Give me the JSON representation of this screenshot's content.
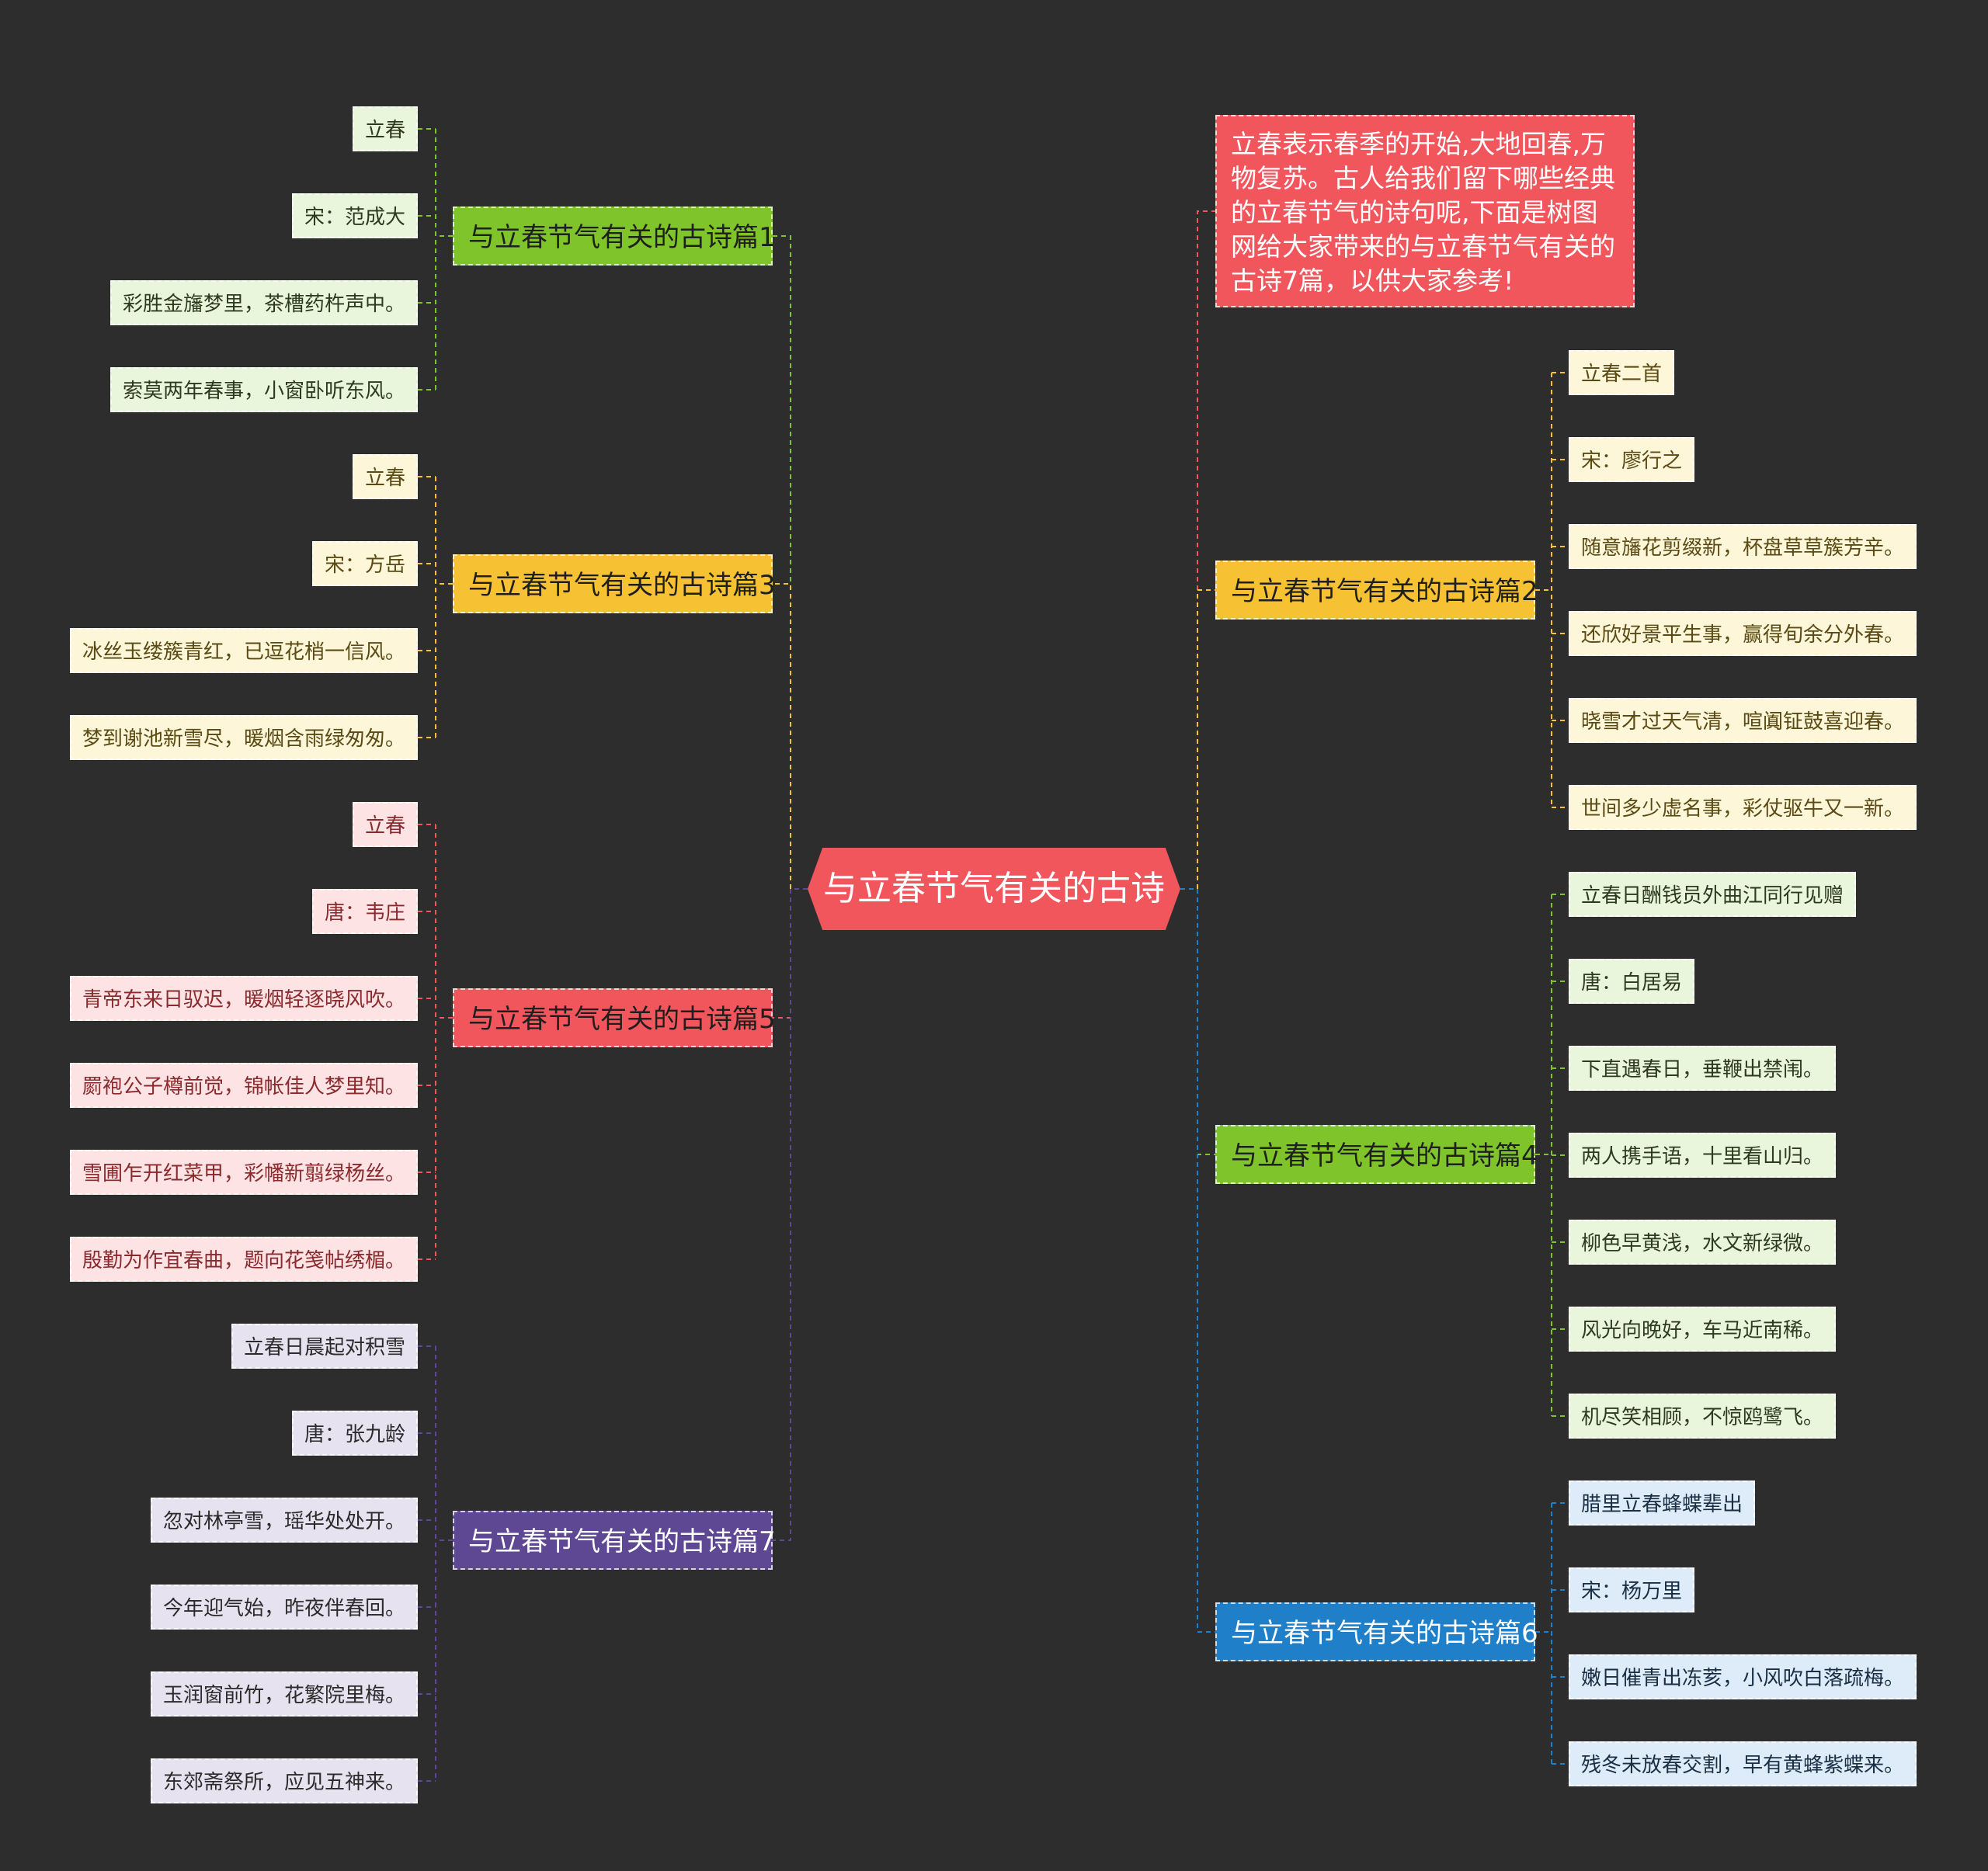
{
  "root": "与立春节气有关的古诗",
  "intro": "立春表示春季的开始,大地回春,万物复苏。古人给我们留下哪些经典的立春节气的诗句呢,下面是树图网给大家带来的与立春节气有关的古诗7篇，以供大家参考!",
  "colors": {
    "background": "#2d2d2d",
    "intro": "#f2565d"
  },
  "branches": [
    {
      "id": "p1",
      "side": "left",
      "title": "与立春节气有关的古诗篇1",
      "color": "#7ec42a",
      "text_color": "#1f1f1f",
      "leaf_bg": "#eaf6dc",
      "leaf_text": "#2d3a1c",
      "leaves": [
        "立春",
        "宋：范成大",
        "彩胜金旛梦里，茶槽药杵声中。",
        "索莫两年春事，小窗卧听东风。"
      ]
    },
    {
      "id": "p3",
      "side": "left",
      "title": "与立春节气有关的古诗篇3",
      "color": "#f6c132",
      "text_color": "#1f1f1f",
      "leaf_bg": "#fdf6d8",
      "leaf_text": "#5a4a14",
      "leaves": [
        "立春",
        "宋：方岳",
        "冰丝玉缕簇青红，已逗花梢一信风。",
        "梦到谢池新雪尽，暖烟含雨绿匆匆。"
      ]
    },
    {
      "id": "p5",
      "side": "left",
      "title": "与立春节气有关的古诗篇5",
      "color": "#f2565d",
      "text_color": "#1f1f1f",
      "leaf_bg": "#fde3e3",
      "leaf_text": "#8a2a2e",
      "leaves": [
        "立春",
        "唐：韦庄",
        "青帝东来日驭迟，暖烟轻逐晓风吹。",
        "罽袍公子樽前觉，锦帐佳人梦里知。",
        "雪圃乍开红菜甲，彩幡新翦绿杨丝。",
        "殷勤为作宜春曲，题向花笺帖绣楣。"
      ]
    },
    {
      "id": "p7",
      "side": "left",
      "title": "与立春节气有关的古诗篇7",
      "color": "#5e4893",
      "text_color": "#ffffff",
      "leaf_bg": "#e6e2ef",
      "leaf_text": "#2b2b2b",
      "leaves": [
        "立春日晨起对积雪",
        "唐：张九龄",
        "忽对林亭雪，瑶华处处开。",
        "今年迎气始，昨夜伴春回。",
        "玉润窗前竹，花繁院里梅。",
        "东郊斋祭所，应见五神来。"
      ]
    },
    {
      "id": "p2",
      "side": "right",
      "title": "与立春节气有关的古诗篇2",
      "color": "#f6c132",
      "text_color": "#1f1f1f",
      "leaf_bg": "#fdf6d8",
      "leaf_text": "#5a4a14",
      "leaves": [
        "立春二首",
        "宋：廖行之",
        "随意旛花剪缀新，杯盘草草簇芳辛。",
        "还欣好景平生事，赢得旬余分外春。",
        "晓雪才过天气清，喧阗钲鼓喜迎春。",
        "世间多少虚名事，彩仗驱牛又一新。"
      ]
    },
    {
      "id": "p4",
      "side": "right",
      "title": "与立春节气有关的古诗篇4",
      "color": "#7ec42a",
      "text_color": "#1f1f1f",
      "leaf_bg": "#eaf6dc",
      "leaf_text": "#2d3a1c",
      "leaves": [
        "立春日酬钱员外曲江同行见赠",
        "唐：白居易",
        "下直遇春日，垂鞭出禁闱。",
        "两人携手语，十里看山归。",
        "柳色早黄浅，水文新绿微。",
        "风光向晚好，车马近南稀。",
        "机尽笑相顾，不惊鸥鹭飞。"
      ]
    },
    {
      "id": "p6",
      "side": "right",
      "title": "与立春节气有关的古诗篇6",
      "color": "#1f7fc8",
      "text_color": "#ffffff",
      "leaf_bg": "#ddecf8",
      "leaf_text": "#1a2f44",
      "leaves": [
        "腊里立春蜂蝶辈出",
        "宋：杨万里",
        "嫩日催青出冻荄，小风吹白落疏梅。",
        "残冬未放春交割，早有黄蜂紫蝶来。"
      ]
    }
  ]
}
